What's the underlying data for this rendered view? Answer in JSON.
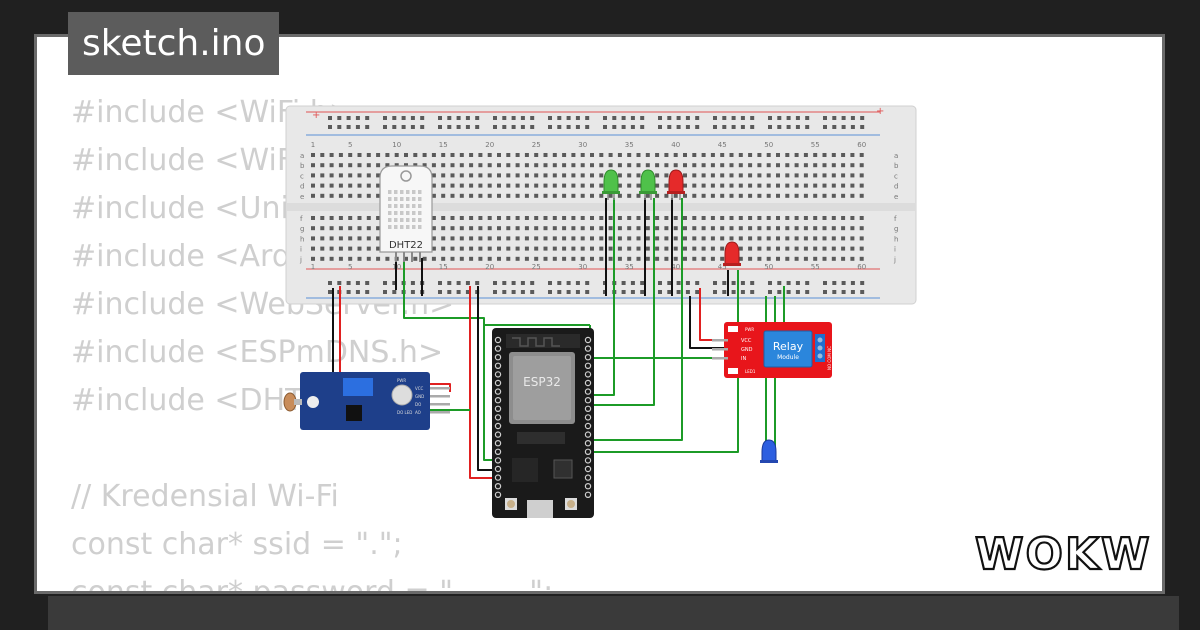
{
  "file_tab": {
    "title": "sketch.ino"
  },
  "code_lines": [
    "#include <WiFi.h>",
    "#include <WiFi",
    "#include <Univ",
    "#include <Ardu",
    "#include <WebServer.h>",
    "#include <ESPmDNS.h>",
    "#include <DHT.h>",
    "",
    "// Kredensial Wi-Fi",
    "const char* ssid = \".\";",
    "const char* password = \"........\";"
  ],
  "diagram": {
    "breadboard_numbers": [
      "1",
      "5",
      "10",
      "15",
      "20",
      "25",
      "30",
      "35",
      "40",
      "45",
      "50",
      "55",
      "60"
    ],
    "row_letters_top": [
      "a",
      "b",
      "c",
      "d",
      "e"
    ],
    "row_letters_bottom": [
      "f",
      "g",
      "h",
      "i",
      "j"
    ],
    "dht_label": "DHT22",
    "esp_label": "ESP32",
    "relay_title": "Relay",
    "relay_subtitle": "Module",
    "relay_pins": [
      "VCC",
      "GND",
      "IN"
    ],
    "relay_small": [
      "PWR",
      "LED1",
      "NO COM NC"
    ],
    "ldr_pins": [
      "VCC",
      "GND",
      "DO",
      "AO"
    ],
    "ldr_small": [
      "PWR",
      "DO LED"
    ]
  },
  "brand": {
    "name": "WOKWi"
  },
  "colors": {
    "wire_green": "#1c9b27",
    "wire_red": "#e02020",
    "wire_black": "#111111",
    "relay_red": "#e8151b",
    "relay_blue": "#2b86dc",
    "board_black": "#1a1a1a"
  }
}
